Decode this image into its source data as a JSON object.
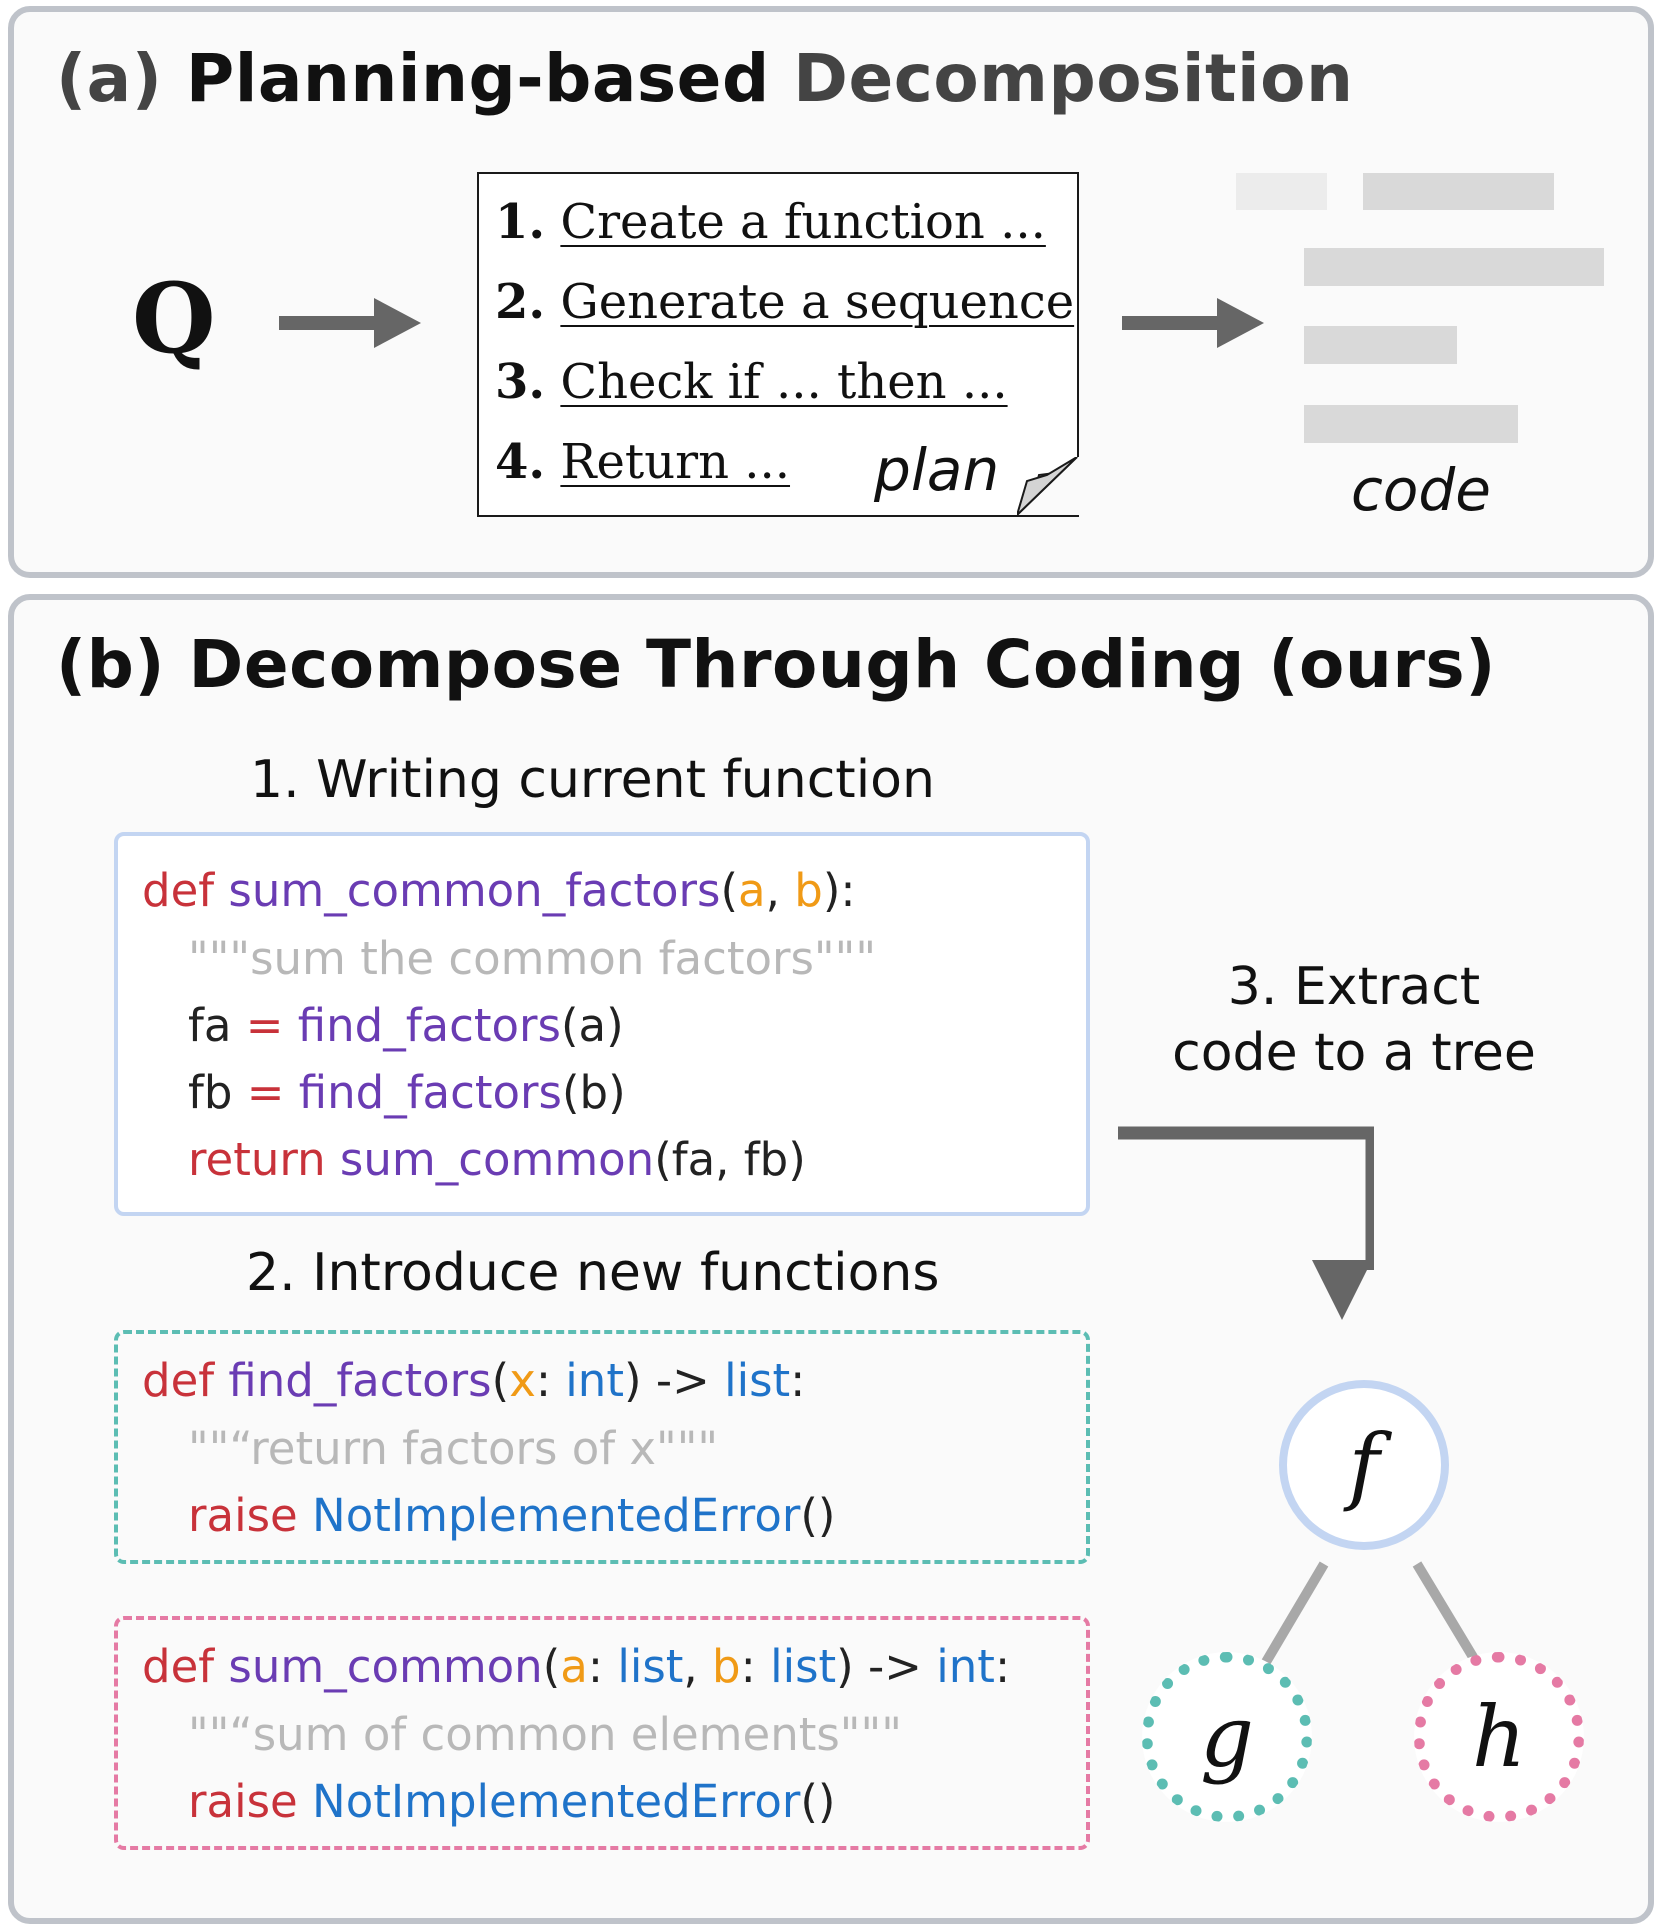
{
  "panel_a": {
    "title_prefix": "(a)",
    "title_bold": "Planning-based",
    "title_rest": "Decomposition",
    "question": "Q",
    "plan_steps": [
      {
        "num": "1.",
        "text": "Create a function ..."
      },
      {
        "num": "2.",
        "text": "Generate a sequence"
      },
      {
        "num": "3.",
        "text": "Check if ... then ..."
      },
      {
        "num": "4.",
        "text": "Return ..."
      }
    ],
    "plan_label": "plan",
    "code_label": "code"
  },
  "panel_b": {
    "title": "(b) Decompose Through Coding (ours)",
    "step1_label": "1. Writing current function",
    "step2_label": "2. Introduce new functions",
    "step3_line1": "3. Extract",
    "step3_line2": "code to a tree",
    "current_function": {
      "def_kw": "def",
      "name": "sum_common_factors",
      "open": "(",
      "p1": "a",
      "comma": ", ",
      "p2": "b",
      "close": "):",
      "docstring": "\"\"\"sum the common factors\"\"\"",
      "l3_var": "fa",
      "l3_eq": "=",
      "l3_fn": "find_factors",
      "l3_args": "(a)",
      "l4_var": "fb",
      "l4_eq": "=",
      "l4_fn": "find_factors",
      "l4_args": "(b)",
      "l5_kw": "return",
      "l5_fn": "sum_common",
      "l5_args": "(fa, fb)"
    },
    "new_function_1": {
      "def_kw": "def",
      "name": "find_factors",
      "open": "(",
      "p1": "x",
      "colon1": ": ",
      "t1": "int",
      "arrow": ") -> ",
      "ret": "list",
      "end": ":",
      "docstring": "\"\"“return factors of x\"\"\"",
      "raise_kw": "raise",
      "exc": "NotImplementedError",
      "parens": "()"
    },
    "new_function_2": {
      "def_kw": "def",
      "name": "sum_common",
      "open": "(",
      "p1": "a",
      "colon1": ": ",
      "t1": "list",
      "comma": ", ",
      "p2": "b",
      "colon2": ": ",
      "t2": "list",
      "arrow": ") -> ",
      "ret": "int",
      "end": ":",
      "docstring": "\"\"“sum of common elements\"\"\"",
      "raise_kw": "raise",
      "exc": "NotImplementedError",
      "parens": "()"
    },
    "tree": {
      "root": "f",
      "left": "g",
      "right": "h"
    }
  },
  "colors": {
    "keyword": "#c8323a",
    "function_name": "#6a3cb3",
    "parameter": "#f09a16",
    "type": "#1f73c9",
    "docstring": "#b8b8b8",
    "root_node_border": "#c3d5f2",
    "left_node_border": "#5cbdb3",
    "right_node_border": "#e57aa4"
  }
}
